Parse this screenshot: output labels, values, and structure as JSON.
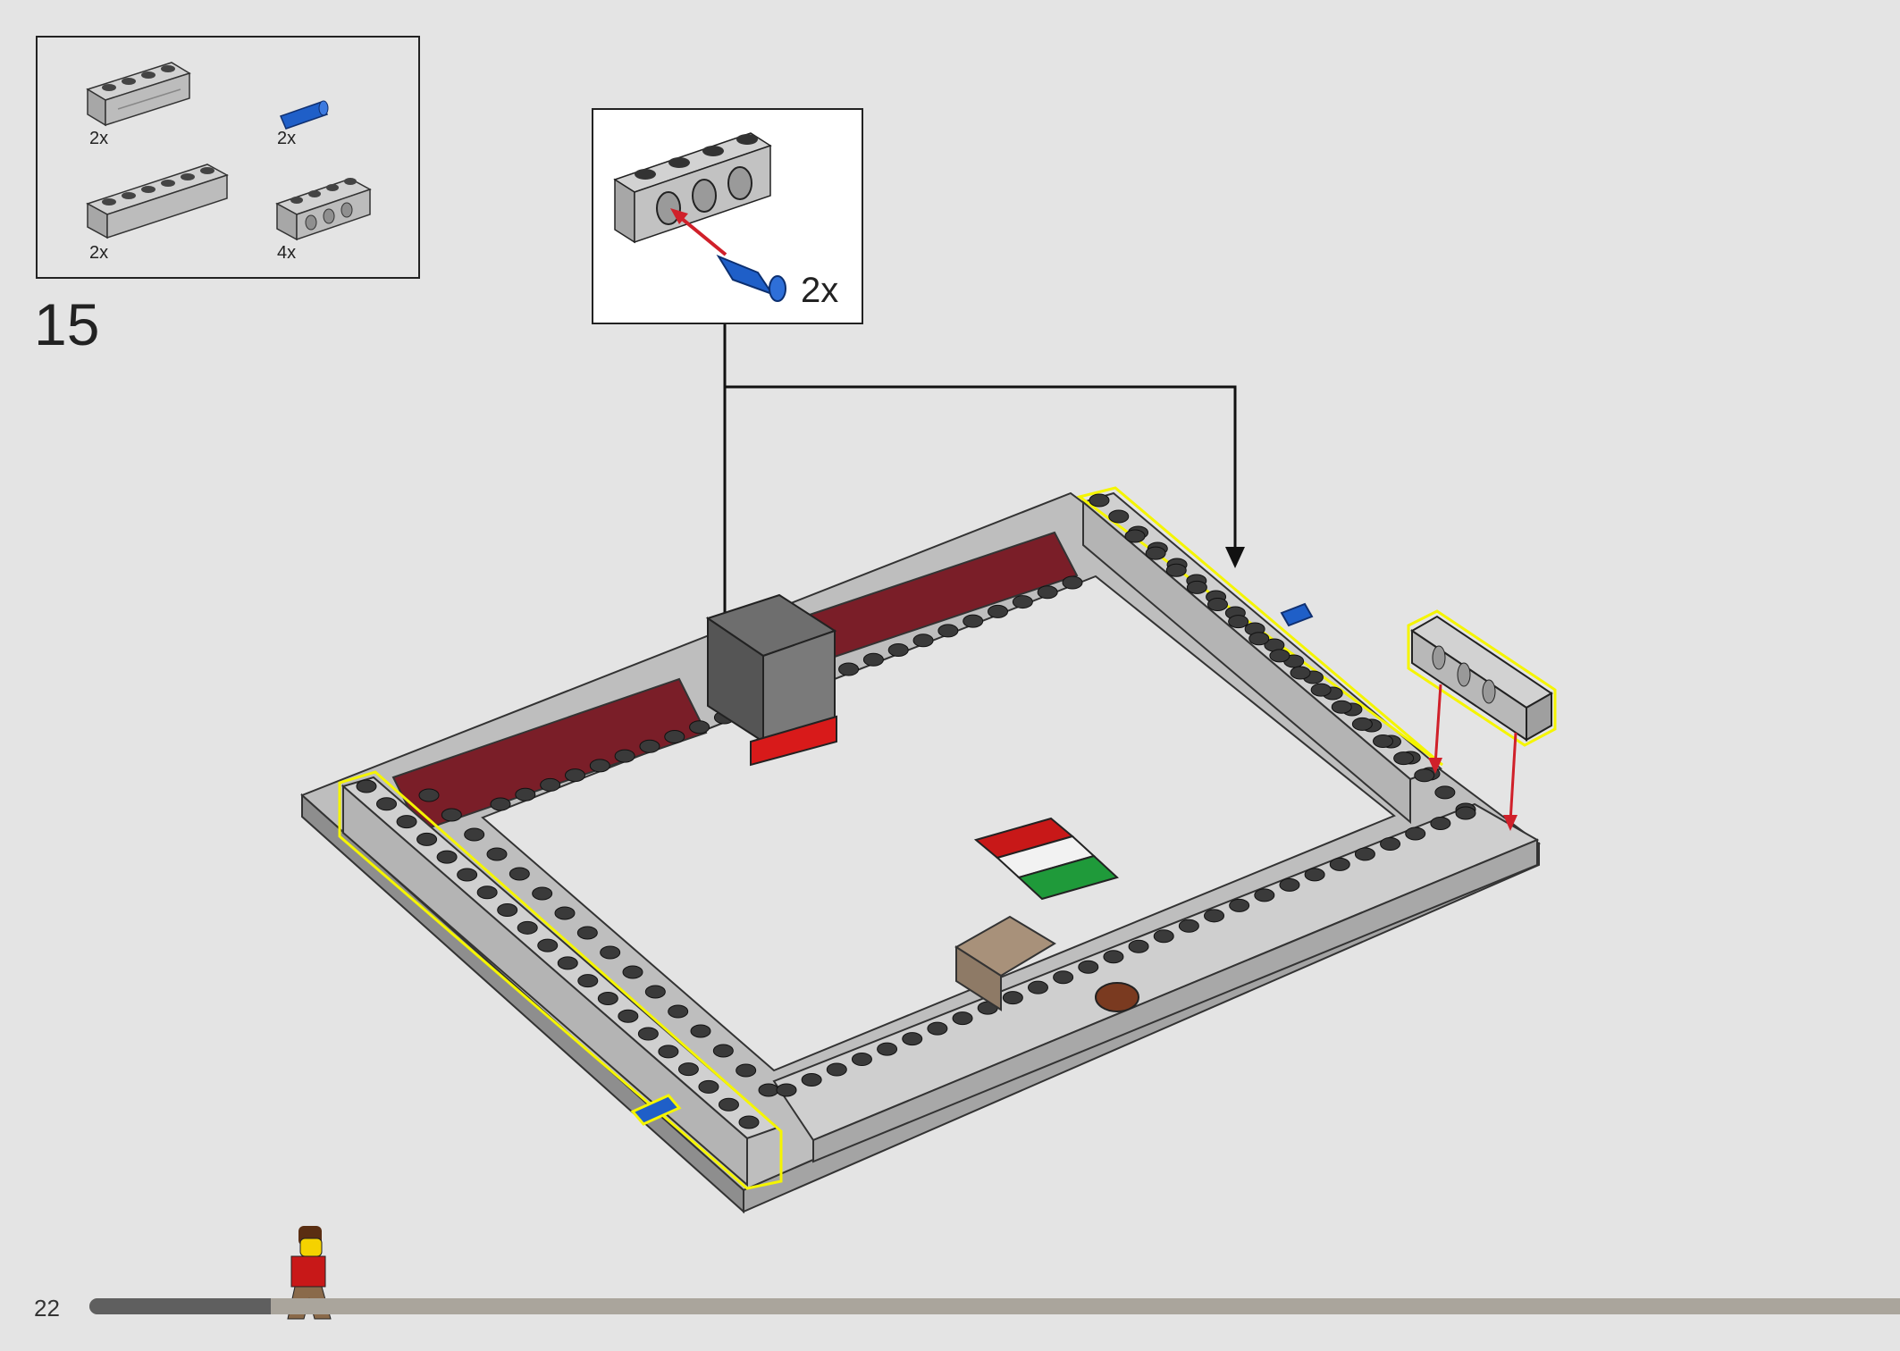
{
  "parts_list": {
    "items": [
      {
        "qty": "2x",
        "icon": "brick-1x4-masonry-gray"
      },
      {
        "qty": "2x",
        "icon": "technic-pin-blue"
      },
      {
        "qty": "2x",
        "icon": "brick-1x6-gray"
      },
      {
        "qty": "4x",
        "icon": "technic-brick-1x4-gray"
      }
    ]
  },
  "step": {
    "number": "15"
  },
  "sub_step": {
    "qty": "2x",
    "icon": "technic-brick-with-pin"
  },
  "footer": {
    "page_number": "22",
    "progress": 0.1
  },
  "colors": {
    "background": "#e4e4e4",
    "brick_gray": "#b9b9b9",
    "stud_dark": "#3a3a3a",
    "dark_red": "#7a1e28",
    "highlight_yellow": "#f5f500",
    "arrow_red": "#d0202a",
    "pin_blue": "#1f5fc8"
  }
}
